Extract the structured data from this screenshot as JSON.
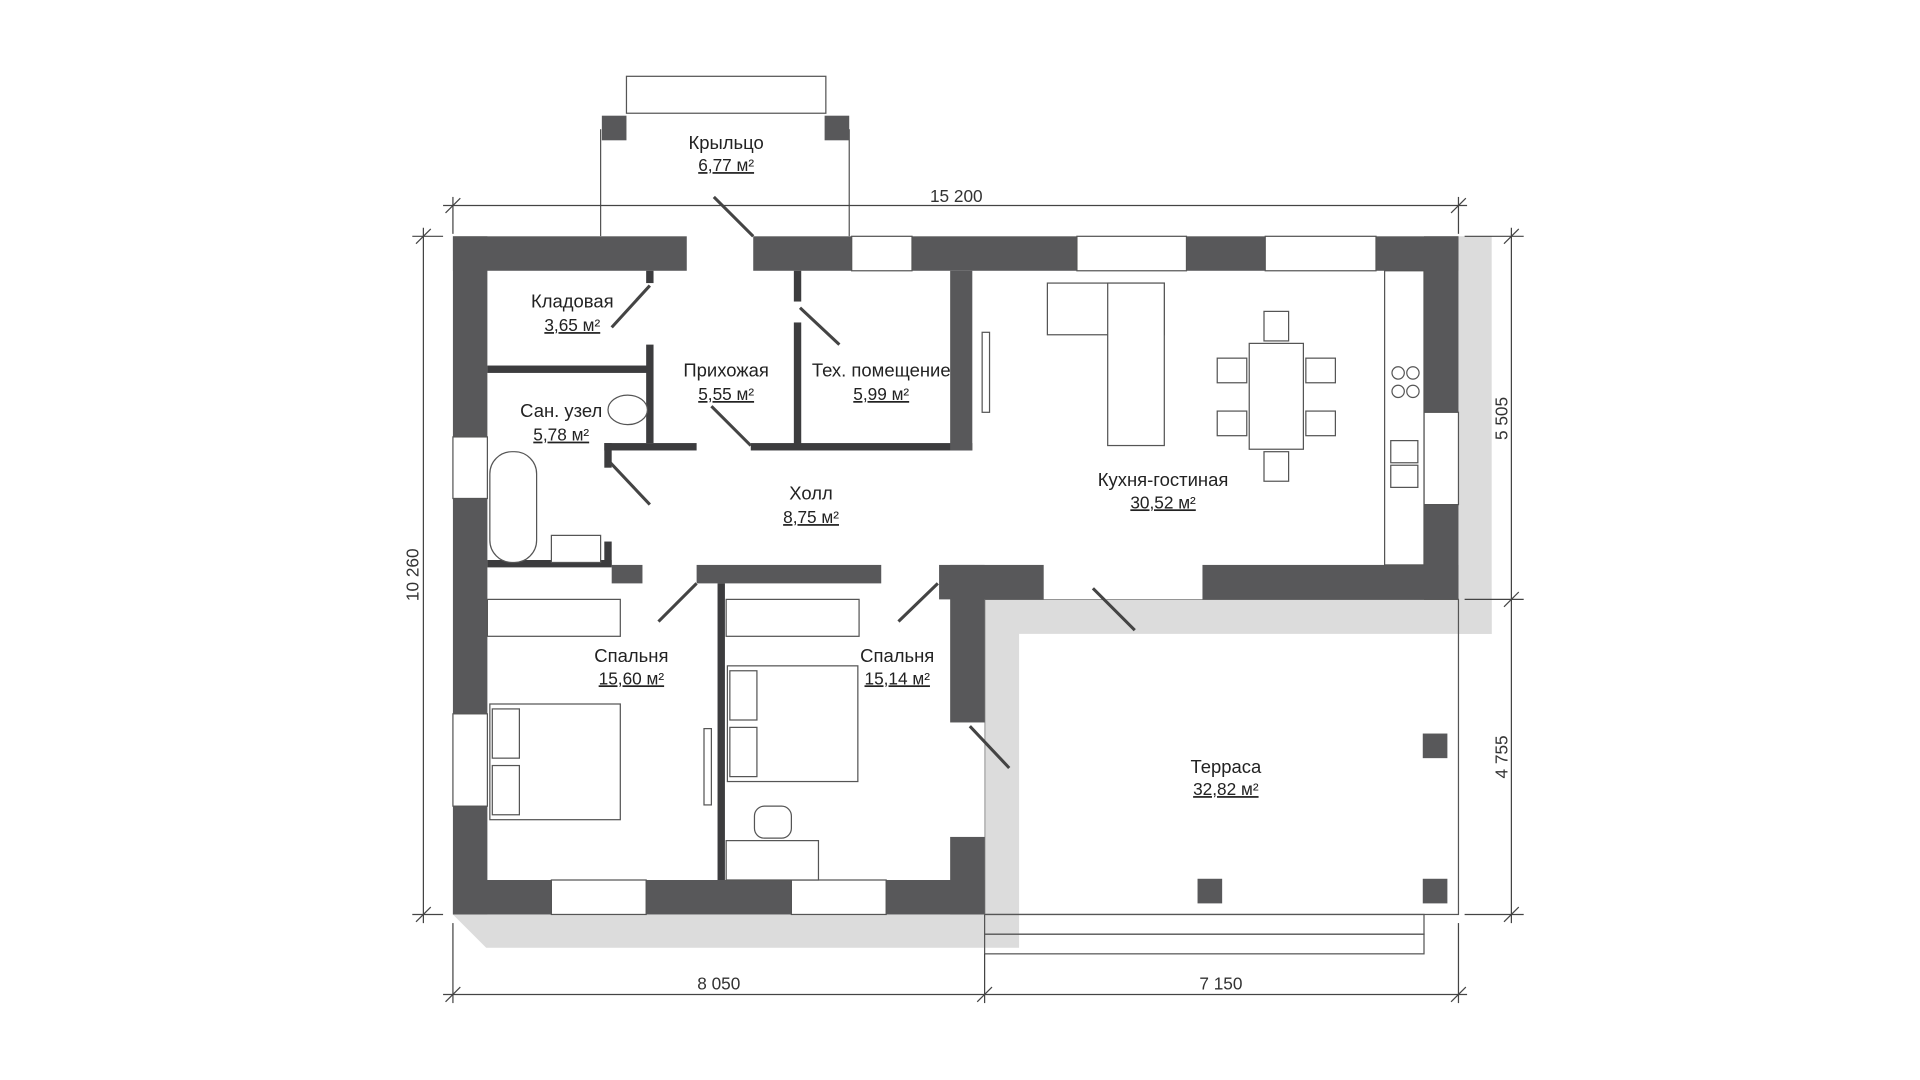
{
  "plan": {
    "rooms": [
      {
        "name": "Крыльцо",
        "area": "6,77 м²"
      },
      {
        "name": "Кладовая",
        "area": "3,65 м²"
      },
      {
        "name": "Прихожая",
        "area": "5,55 м²"
      },
      {
        "name": "Тех. помещение",
        "area": "5,99 м²"
      },
      {
        "name": "Сан. узел",
        "area": "5,78 м²"
      },
      {
        "name": "Холл",
        "area": "8,75 м²"
      },
      {
        "name": "Кухня-гостиная",
        "area": "30,52 м²"
      },
      {
        "name": "Спальня",
        "area": "15,60 м²"
      },
      {
        "name": "Спальня",
        "area": "15,14 м²"
      },
      {
        "name": "Терраса",
        "area": "32,82 м²"
      }
    ],
    "dimensions": {
      "total_width": "15 200",
      "total_height": "10 260",
      "right_upper": "5 505",
      "right_lower": "4 755",
      "bottom_left": "8 050",
      "bottom_right": "7 150"
    },
    "colors": {
      "wall": "#58585a",
      "shadow": "#d9d9d9"
    }
  }
}
